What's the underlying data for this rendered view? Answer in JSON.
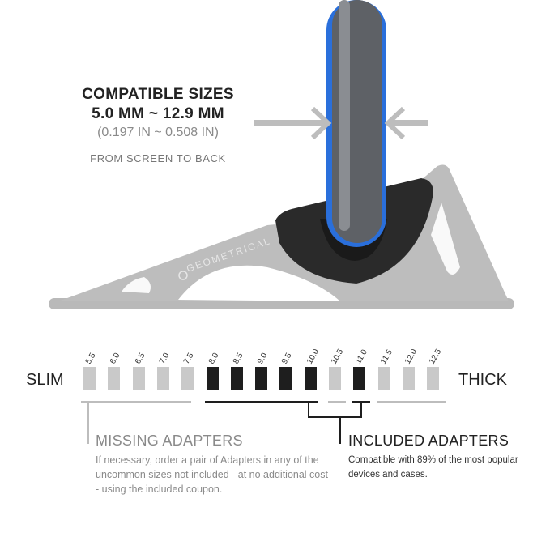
{
  "header": {
    "line1": "COMPATIBLE SIZES",
    "line2": "5.0 MM ~ 12.9 MM",
    "line3": "(0.197 IN ~ 0.508 IN)",
    "line4": "FROM SCREEN TO BACK"
  },
  "stand": {
    "brand": "GEOMETRICAL"
  },
  "scale": {
    "slim_label": "SLIM",
    "thick_label": "THICK",
    "sizes": [
      {
        "label": "5.5",
        "included": false
      },
      {
        "label": "6.0",
        "included": false
      },
      {
        "label": "6.5",
        "included": false
      },
      {
        "label": "7.0",
        "included": false
      },
      {
        "label": "7.5",
        "included": false
      },
      {
        "label": "8.0",
        "included": true
      },
      {
        "label": "8.5",
        "included": true
      },
      {
        "label": "9.0",
        "included": true
      },
      {
        "label": "9.5",
        "included": true
      },
      {
        "label": "10.0",
        "included": true
      },
      {
        "label": "10.5",
        "included": false
      },
      {
        "label": "11.0",
        "included": true
      },
      {
        "label": "11.5",
        "included": false
      },
      {
        "label": "12.0",
        "included": false
      },
      {
        "label": "12.5",
        "included": false
      }
    ]
  },
  "missing": {
    "title": "MISSING ADAPTERS",
    "description": "If necessary, order a pair of Adapters in any of the uncommon sizes not included - at no additional cost - using the included coupon."
  },
  "included": {
    "title": "INCLUDED ADAPTERS",
    "description": "Compatible with 89% of the most popular devices and cases."
  },
  "colors": {
    "included_box": "#1e1e1e",
    "missing_box": "#c9c9c9",
    "phone_edge": "#2a6fdb",
    "stand_gray": "#b9b9b9",
    "adapter_dark": "#2a2a2a"
  }
}
